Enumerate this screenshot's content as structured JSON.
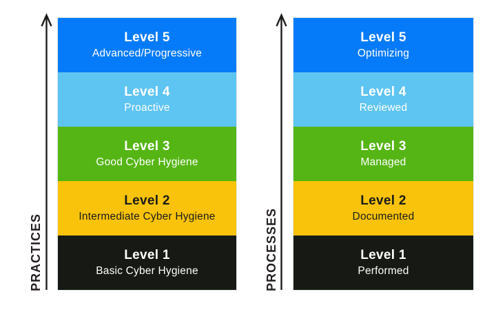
{
  "diagram": {
    "arrow_color": "#1d1d1b",
    "label_color": "#231f20"
  },
  "charts": [
    {
      "axis_label": "PRACTICES",
      "levels": [
        {
          "title": "Level 5",
          "subtitle": "Advanced/Progressive",
          "color": "#067bf9",
          "text_color": "#ffffff"
        },
        {
          "title": "Level 4",
          "subtitle": "Proactive",
          "color": "#5ec4f1",
          "text_color": "#ffffff"
        },
        {
          "title": "Level 3",
          "subtitle": "Good Cyber Hygiene",
          "color": "#55b515",
          "text_color": "#ffffff"
        },
        {
          "title": "Level 2",
          "subtitle": "Intermediate Cyber Hygiene",
          "color": "#f9c30b",
          "text_color": "#1b1b19"
        },
        {
          "title": "Level 1",
          "subtitle": "Basic Cyber Hygiene",
          "color": "#171a14",
          "text_color": "#ffffff"
        }
      ]
    },
    {
      "axis_label": "PROCESSES",
      "levels": [
        {
          "title": "Level 5",
          "subtitle": "Optimizing",
          "color": "#067bf9",
          "text_color": "#ffffff"
        },
        {
          "title": "Level 4",
          "subtitle": "Reviewed",
          "color": "#5ec4f1",
          "text_color": "#ffffff"
        },
        {
          "title": "Level 3",
          "subtitle": "Managed",
          "color": "#55b515",
          "text_color": "#ffffff"
        },
        {
          "title": "Level 2",
          "subtitle": "Documented",
          "color": "#f9c30b",
          "text_color": "#1b1b19"
        },
        {
          "title": "Level 1",
          "subtitle": "Performed",
          "color": "#171a14",
          "text_color": "#ffffff"
        }
      ]
    }
  ]
}
